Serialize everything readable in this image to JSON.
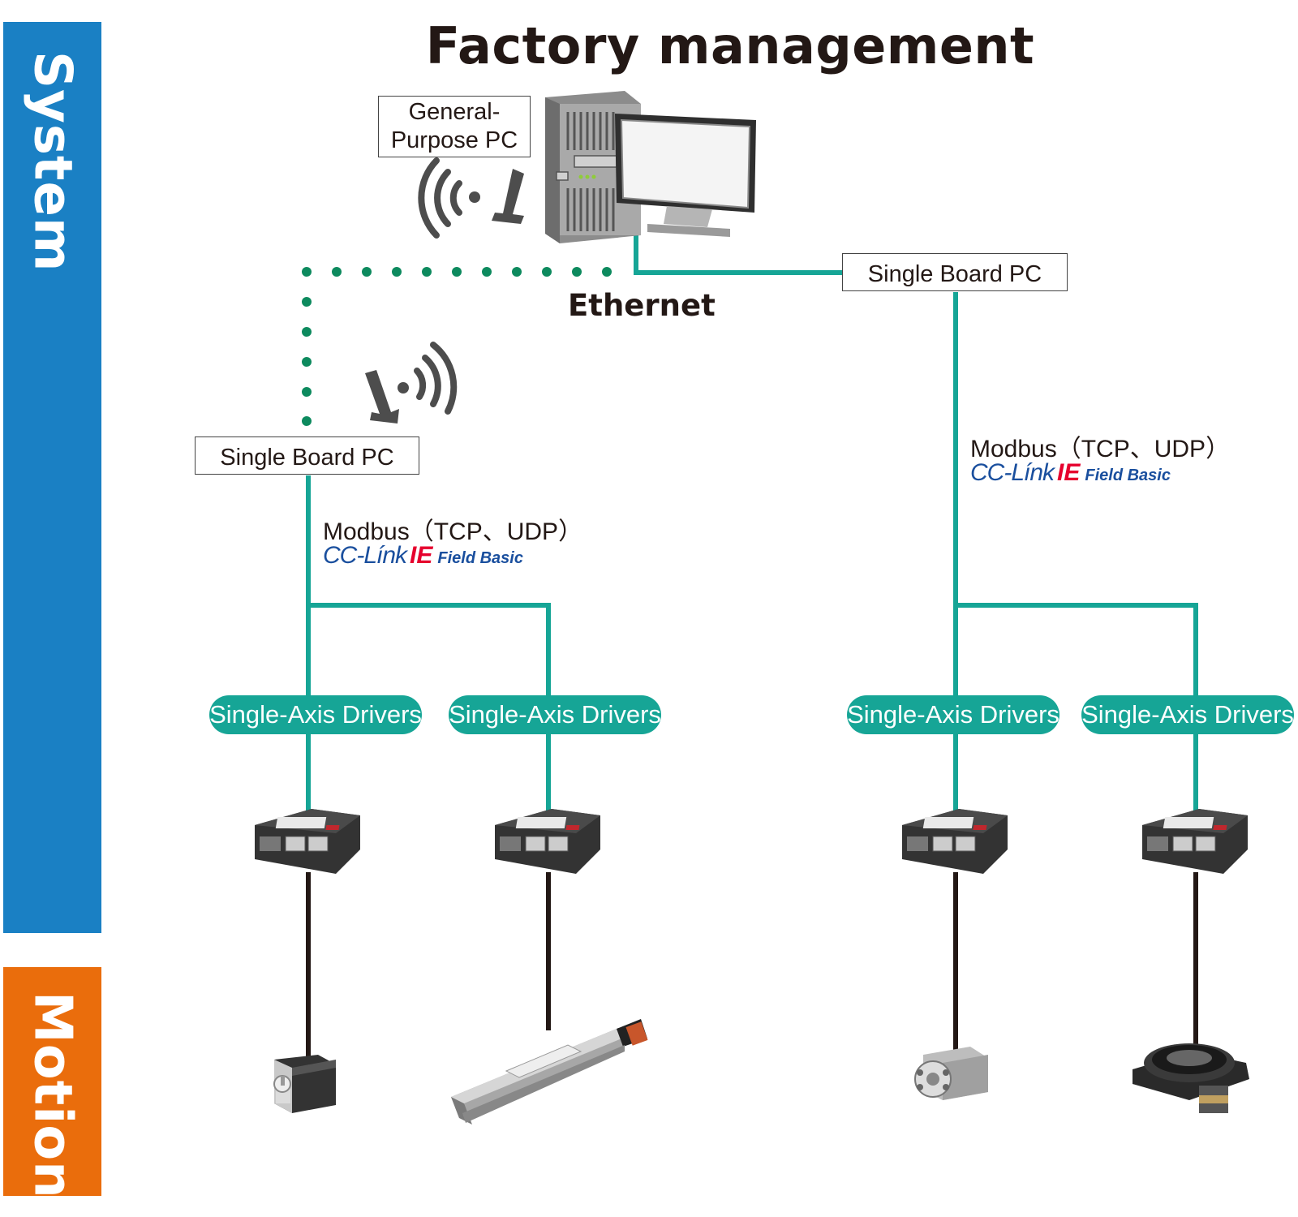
{
  "bands": {
    "system": "System",
    "motion": "Motion"
  },
  "title": "Factory management",
  "pc_label": "General-\nPurpose PC",
  "pc_label_line1": "General-",
  "pc_label_line2": "Purpose PC",
  "ethernet_label": "Ethernet",
  "single_board_pc_left": "Single Board PC",
  "single_board_pc_right": "Single Board PC",
  "protocol_left": "Modbus（TCP、UDP）",
  "protocol_right": "Modbus（TCP、UDP）",
  "cclink": {
    "part1": "CC-Línk",
    "part2": "IE",
    "part3": "Field Basic"
  },
  "drivers": [
    "Single-Axis Drivers",
    "Single-Axis Drivers",
    "Single-Axis Drivers",
    "Single-Axis Drivers"
  ],
  "colors": {
    "system": "#1a80c4",
    "motion": "#ea6d0c",
    "line": "#16a596",
    "ethernet_dots": "#0d8a5e",
    "cable": "#231815"
  },
  "icons": [
    "desktop-pc-icon",
    "wireless-signal-icon",
    "driver-unit-icon",
    "stepper-motor-icon",
    "linear-actuator-icon",
    "gear-motor-icon",
    "hollow-rotary-actuator-icon"
  ]
}
